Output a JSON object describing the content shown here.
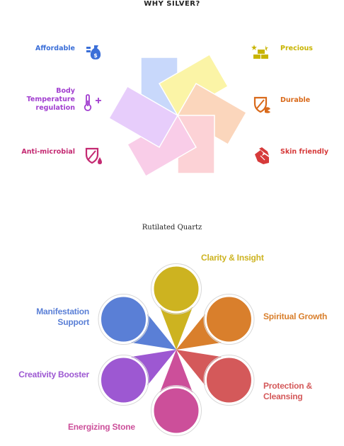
{
  "top": {
    "title": "WHY SILVER?",
    "items": [
      {
        "label": "Affordable",
        "icon": "money-bag-icon",
        "color": "#3b6fd8"
      },
      {
        "label": "Body\nTemperature\nregulation",
        "icon": "thermometer-plus-icon",
        "color": "#a23fd0"
      },
      {
        "label": "Anti-microbial",
        "icon": "shield-drop-icon",
        "color": "#c42a72"
      },
      {
        "label": "Precious",
        "icon": "gold-bars-icon",
        "color": "#c8b400"
      },
      {
        "label": "Durable",
        "icon": "shield-tool-icon",
        "color": "#d96a1b"
      },
      {
        "label": "Skin friendly",
        "icon": "hands-icon",
        "color": "#d63a3a"
      }
    ],
    "petal_colors": [
      "#c8d8fb",
      "#fbf4a6",
      "#fbd6bc",
      "#fcd2d6",
      "#f9cde8",
      "#e7cdfb"
    ]
  },
  "bottom": {
    "title": "Rutilated Quartz",
    "items": [
      {
        "label": "Clarity & Insight",
        "color": "#cdb320"
      },
      {
        "label": "Spiritual Growth",
        "color": "#d97f2c"
      },
      {
        "label": "Protection &\nCleansing",
        "color": "#d4595a"
      },
      {
        "label": "Energizing Stone",
        "color": "#cc4f9a"
      },
      {
        "label": "Creativity Booster",
        "color": "#9d58d2"
      },
      {
        "label": "Manifestation\nSupport",
        "color": "#5a7fd6"
      }
    ]
  }
}
